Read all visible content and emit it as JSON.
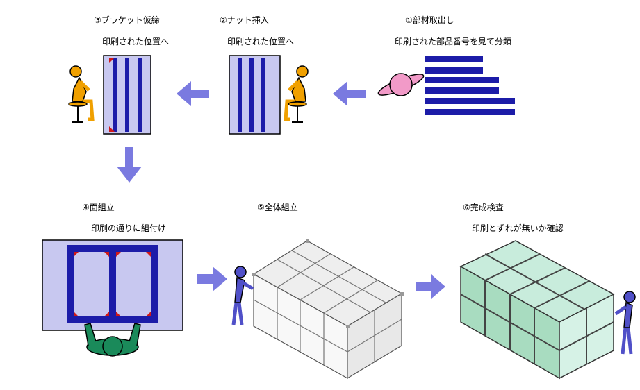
{
  "steps": [
    {
      "title": "①部材取出し",
      "caption": "印刷された部品番号を見て分類"
    },
    {
      "title": "②ナット挿入",
      "caption": "印刷された位置へ"
    },
    {
      "title": "③ブラケット仮締",
      "caption": "印刷された位置へ"
    },
    {
      "title": "④面組立",
      "caption": "印刷の通りに組付け"
    },
    {
      "title": "⑤全体組立",
      "caption": ""
    },
    {
      "title": "⑥完成検査",
      "caption": "印刷とずれが無いか確認"
    }
  ],
  "colors": {
    "panel_fill": "#c8c8f0",
    "bar_blue": "#1c1ca8",
    "arrow": "#7a7ae0",
    "person_yellow": "#f0a000",
    "person_blue": "#5050c8",
    "person_green": "#1a8a5a",
    "planet_pink": "#f29ac8",
    "glass_green": "#b8e8d0"
  },
  "icons": [
    "person-sitting-icon",
    "person-standing-icon",
    "person-topview-icon",
    "planet-icon",
    "arrow-icon"
  ]
}
